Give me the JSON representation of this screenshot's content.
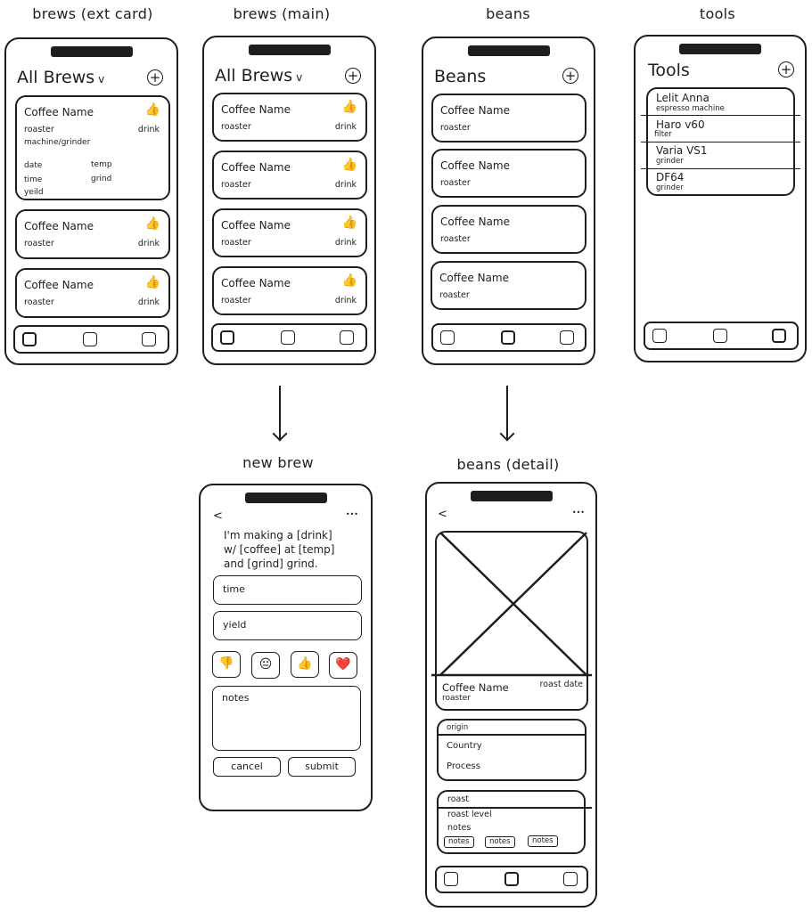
{
  "labels": {
    "brews_ext": "brews (ext card)",
    "brews_main": "brews (main)",
    "beans": "beans",
    "tools": "tools",
    "new_brew": "new brew",
    "beans_detail": "beans (detail)"
  },
  "icons": {
    "add": "+",
    "chevron": "v",
    "thumbs_up": "👍",
    "thumbs_down": "👎",
    "neutral": "😐",
    "heart": "❤️",
    "back": "<",
    "more": "•••"
  },
  "brews_ext": {
    "title": "All Brews",
    "expanded_card": {
      "name": "Coffee Name",
      "roaster": "roaster",
      "drink": "drink",
      "machine": "machine/grinder",
      "date": "date",
      "temp": "temp",
      "time": "time",
      "grind": "grind",
      "yield": "yeild"
    },
    "cards": [
      {
        "name": "Coffee Name",
        "roaster": "roaster",
        "drink": "drink"
      },
      {
        "name": "Coffee Name",
        "roaster": "roaster",
        "drink": "drink"
      }
    ]
  },
  "brews_main": {
    "title": "All Brews",
    "cards": [
      {
        "name": "Coffee Name",
        "roaster": "roaster",
        "drink": "drink"
      },
      {
        "name": "Coffee Name",
        "roaster": "roaster",
        "drink": "drink"
      },
      {
        "name": "Coffee Name",
        "roaster": "roaster",
        "drink": "drink"
      },
      {
        "name": "Coffee Name",
        "roaster": "roaster",
        "drink": "drink"
      }
    ]
  },
  "beans": {
    "title": "Beans",
    "cards": [
      {
        "name": "Coffee Name",
        "roaster": "roaster"
      },
      {
        "name": "Coffee Name",
        "roaster": "roaster"
      },
      {
        "name": "Coffee Name",
        "roaster": "roaster"
      },
      {
        "name": "Coffee Name",
        "roaster": "roaster"
      }
    ]
  },
  "tools": {
    "title": "Tools",
    "items": [
      {
        "name": "Lelit Anna",
        "type": "espresso machine"
      },
      {
        "name": "Haro v60",
        "type": "filter"
      },
      {
        "name": "Varia VS1",
        "type": "grinder"
      },
      {
        "name": "DF64",
        "type": "grinder"
      }
    ]
  },
  "new_brew": {
    "sentence_lines": [
      "I'm making a [drink]",
      "w/ [coffee] at [temp]",
      "and [grind] grind."
    ],
    "time_placeholder": "time",
    "yield_placeholder": "yield",
    "notes_placeholder": "notes",
    "cancel_label": "cancel",
    "submit_label": "submit"
  },
  "beans_detail": {
    "name": "Coffee Name",
    "roaster": "roaster",
    "roast_date": "roast date",
    "origin_header": "origin",
    "country": "Country",
    "process": "Process",
    "roast_header": "roast",
    "roast_level": "roast level",
    "notes_label": "notes",
    "chips": [
      "notes",
      "notes",
      "notes"
    ]
  }
}
